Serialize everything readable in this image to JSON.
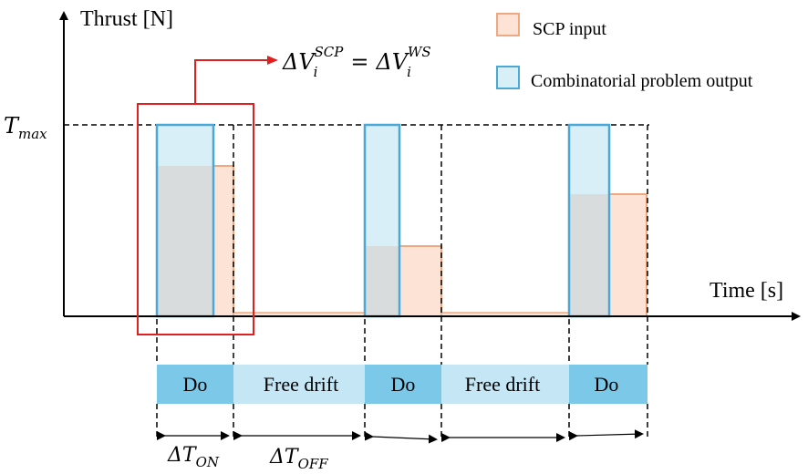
{
  "axes": {
    "y_label": "Thrust [N]",
    "x_label": "Time [s]",
    "tmax_symbol": "T",
    "tmax_sub": "max"
  },
  "legend": {
    "scp_label": "SCP input",
    "comb_label": "Combinatorial problem output"
  },
  "equation": {
    "lhs": "ΔV",
    "lhs_sub": "i",
    "lhs_sup": "SCP",
    "eq": "=",
    "rhs": "ΔV",
    "rhs_sub": "i",
    "rhs_sup": "WS"
  },
  "timeline": {
    "segments": [
      "Do",
      "Free drift",
      "Do",
      "Free drift",
      "Do"
    ]
  },
  "durations": {
    "on_symbol": "ΔT",
    "on_sub": "ON",
    "off_symbol": "ΔT",
    "off_sub": "OFF"
  },
  "colors": {
    "scp_fill": "#fde3d6",
    "scp_stroke": "#f0a882",
    "comb_fill": "#d8eff8",
    "comb_stroke": "#4aa8d6",
    "overlap": "#d9dcdc",
    "do_block": "#7cc8e8",
    "drift_block": "#c5e6f5",
    "highlight": "#e02020"
  }
}
